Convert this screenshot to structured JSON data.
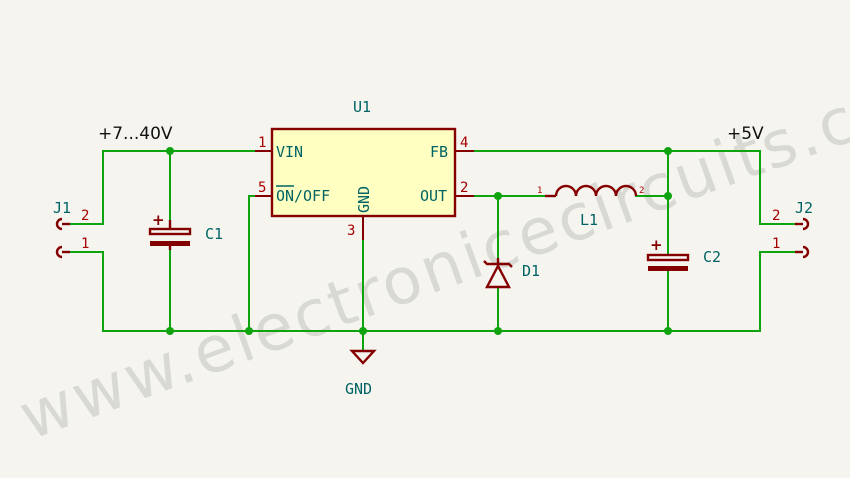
{
  "watermark": "www.electronicecircuits.com",
  "colors": {
    "wire": "#0fa30f",
    "component": "#840000",
    "ic_fill": "#ffffc2",
    "label_text": "#006464",
    "pin_number": "#a80000",
    "net_label": "#111111",
    "background": "#f5f4ef"
  },
  "net_labels": {
    "vin": "+7...40V",
    "vout": "+5V"
  },
  "u1": {
    "ref": "U1",
    "pins": {
      "vin": {
        "num": "1",
        "name": "VIN"
      },
      "onoff": {
        "num": "5",
        "name_overbar": "ON",
        "name_rest": "/OFF"
      },
      "gnd": {
        "num": "3",
        "name": "GND"
      },
      "fb": {
        "num": "4",
        "name": "FB"
      },
      "out": {
        "num": "2",
        "name": "OUT"
      }
    }
  },
  "j1": {
    "ref": "J1",
    "pin_top": "2",
    "pin_bottom": "1"
  },
  "j2": {
    "ref": "J2",
    "pin_top": "2",
    "pin_bottom": "1"
  },
  "c1": {
    "ref": "C1",
    "polarity": "+"
  },
  "c2": {
    "ref": "C2",
    "polarity": "+"
  },
  "d1": {
    "ref": "D1"
  },
  "l1": {
    "ref": "L1",
    "pin_left": "1",
    "pin_right": "2"
  },
  "gnd_symbol": {
    "label": "GND"
  }
}
